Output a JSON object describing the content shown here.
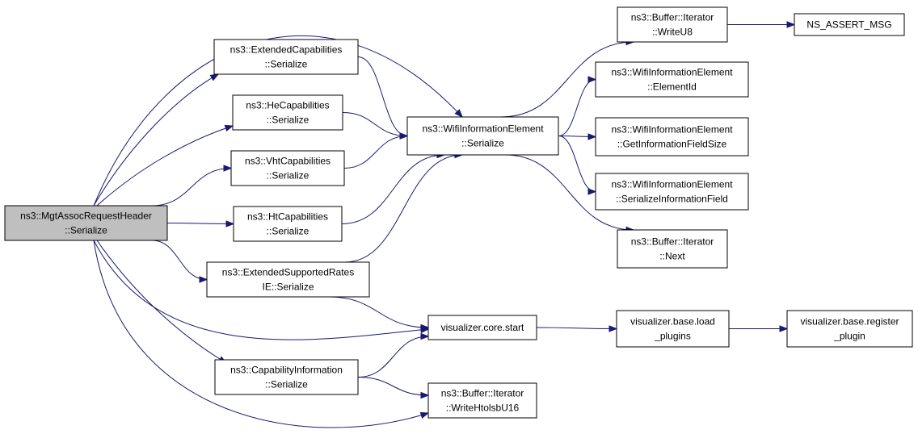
{
  "graph": {
    "nodes": [
      {
        "id": "root",
        "lines": [
          "ns3::MgtAssocRequestHeader",
          "::Serialize"
        ],
        "root": true
      },
      {
        "id": "extcap",
        "lines": [
          "ns3::ExtendedCapabilities",
          "::Serialize"
        ]
      },
      {
        "id": "hecap",
        "lines": [
          "ns3::HeCapabilities",
          "::Serialize"
        ]
      },
      {
        "id": "vhtcap",
        "lines": [
          "ns3::VhtCapabilities",
          "::Serialize"
        ]
      },
      {
        "id": "htcap",
        "lines": [
          "ns3::HtCapabilities",
          "::Serialize"
        ]
      },
      {
        "id": "extrates",
        "lines": [
          "ns3::ExtendedSupportedRates",
          "IE::Serialize"
        ]
      },
      {
        "id": "capinfo",
        "lines": [
          "ns3::CapabilityInformation",
          "::Serialize"
        ]
      },
      {
        "id": "wie",
        "lines": [
          "ns3::WifiInformationElement",
          "::Serialize"
        ]
      },
      {
        "id": "vcore",
        "lines": [
          "visualizer.core.start"
        ]
      },
      {
        "id": "writehtol",
        "lines": [
          "ns3::Buffer::Iterator",
          "::WriteHtolsbU16"
        ]
      },
      {
        "id": "writeu8",
        "lines": [
          "ns3::Buffer::Iterator",
          "::WriteU8"
        ]
      },
      {
        "id": "elemid",
        "lines": [
          "ns3::WifiInformationElement",
          "::ElementId"
        ]
      },
      {
        "id": "getsize",
        "lines": [
          "ns3::WifiInformationElement",
          "::GetInformationFieldSize"
        ]
      },
      {
        "id": "serfield",
        "lines": [
          "ns3::WifiInformationElement",
          "::SerializeInformationField"
        ]
      },
      {
        "id": "next",
        "lines": [
          "ns3::Buffer::Iterator",
          "::Next"
        ]
      },
      {
        "id": "loadplugins",
        "lines": [
          "visualizer.base.load",
          "_plugins"
        ]
      },
      {
        "id": "assertmsg",
        "lines": [
          "NS_ASSERT_MSG"
        ]
      },
      {
        "id": "regplugin",
        "lines": [
          "visualizer.base.register",
          "_plugin"
        ]
      }
    ],
    "edges": [
      {
        "from": "root",
        "to": "extcap"
      },
      {
        "from": "root",
        "to": "hecap"
      },
      {
        "from": "root",
        "to": "vhtcap"
      },
      {
        "from": "root",
        "to": "htcap"
      },
      {
        "from": "root",
        "to": "extrates"
      },
      {
        "from": "root",
        "to": "capinfo"
      },
      {
        "from": "root",
        "to": "wie"
      },
      {
        "from": "root",
        "to": "vcore"
      },
      {
        "from": "root",
        "to": "writehtol"
      },
      {
        "from": "extcap",
        "to": "wie"
      },
      {
        "from": "hecap",
        "to": "wie"
      },
      {
        "from": "vhtcap",
        "to": "wie"
      },
      {
        "from": "htcap",
        "to": "wie"
      },
      {
        "from": "extrates",
        "to": "wie"
      },
      {
        "from": "extrates",
        "to": "vcore"
      },
      {
        "from": "capinfo",
        "to": "vcore"
      },
      {
        "from": "capinfo",
        "to": "writehtol"
      },
      {
        "from": "wie",
        "to": "writeu8"
      },
      {
        "from": "wie",
        "to": "elemid"
      },
      {
        "from": "wie",
        "to": "getsize"
      },
      {
        "from": "wie",
        "to": "serfield"
      },
      {
        "from": "wie",
        "to": "next"
      },
      {
        "from": "writeu8",
        "to": "assertmsg"
      },
      {
        "from": "vcore",
        "to": "loadplugins"
      },
      {
        "from": "loadplugins",
        "to": "regplugin"
      }
    ],
    "colors": {
      "edge": "#191970",
      "root_fill": "#bfbfbf",
      "node_fill": "#ffffff",
      "node_border": "#000000"
    }
  }
}
